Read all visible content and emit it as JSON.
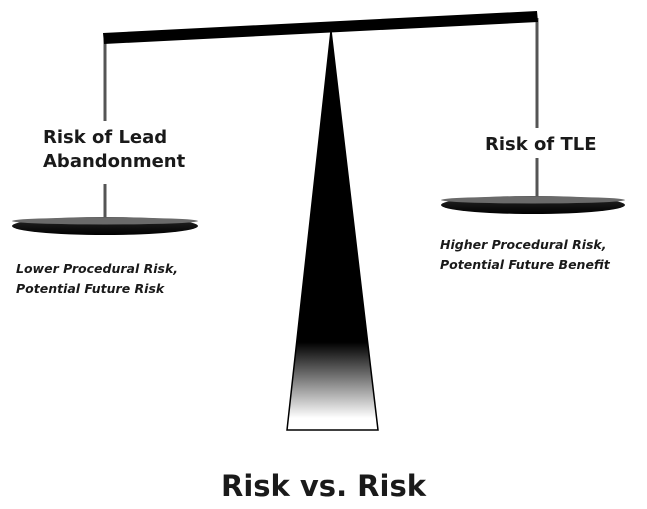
{
  "left_side": {
    "title": [
      "Risk of Lead",
      "Abandonment"
    ],
    "note": [
      "Lower Procedural Risk,",
      "Potential Future Risk"
    ]
  },
  "right_side": {
    "title": [
      "Risk of TLE"
    ],
    "note": [
      "Higher Procedural Risk,",
      "Potential Future Benefit"
    ]
  },
  "caption": "Risk vs. Risk",
  "colors": {
    "ink": "#000000",
    "pan_fill": "#1a1a1a",
    "rod": "#555555",
    "background": "#ffffff"
  }
}
